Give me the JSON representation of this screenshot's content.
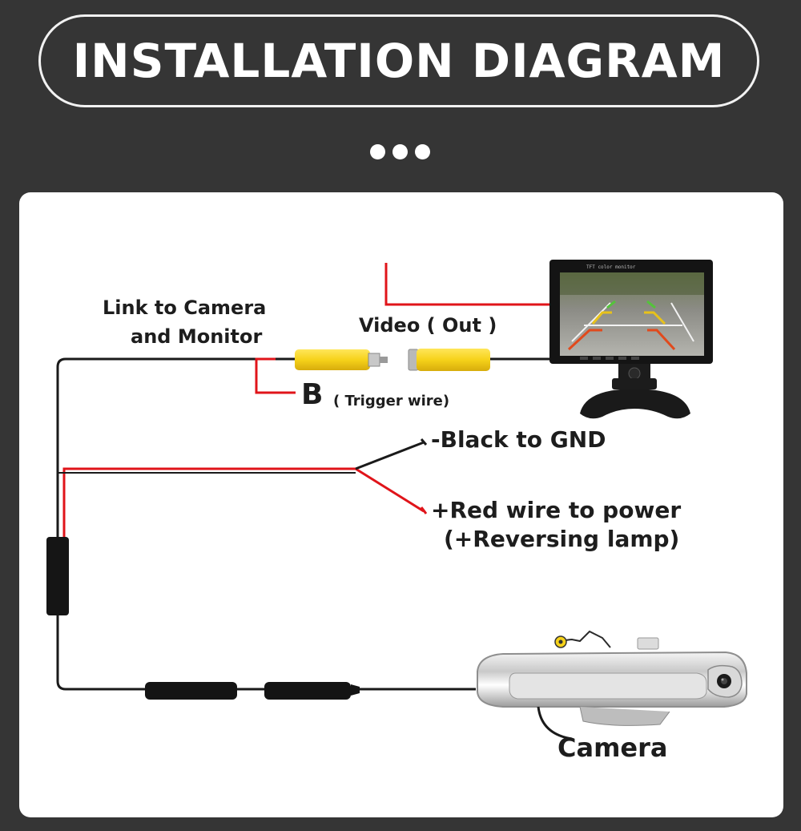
{
  "header": {
    "title": "INSTALLATION DIAGRAM"
  },
  "diagram": {
    "link_label_line1": "Link to Camera",
    "link_label_line2": "and Monitor",
    "video_label": "Video ( Out )",
    "trigger_letter": "B",
    "trigger_label": "( Trigger wire)",
    "gnd_label": "-Black to GND",
    "power_label_line1": "+Red wire to power",
    "power_label_line2": "(+Reversing lamp)",
    "camera_label": "Camera",
    "monitor_brand_text": "TFT color monitor"
  },
  "colors": {
    "background": "#353535",
    "panel": "#ffffff",
    "red_wire": "#e0141a",
    "black_wire": "#1a1a1a",
    "rca_yellow": "#f6d21a"
  }
}
